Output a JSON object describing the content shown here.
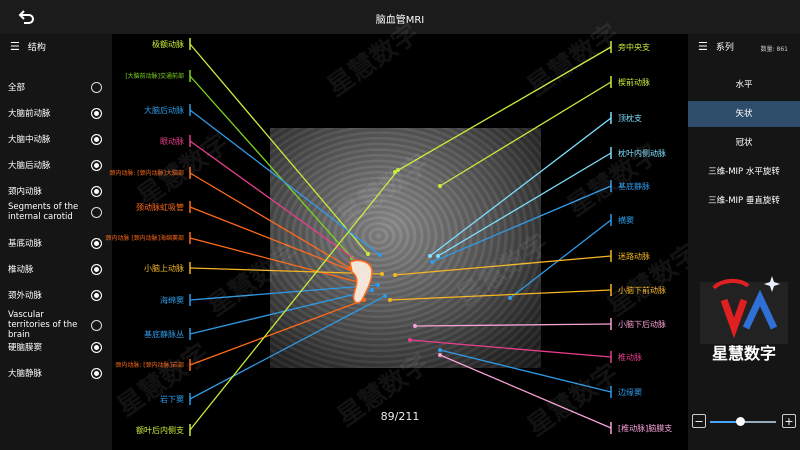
{
  "app": {
    "title": "脑血管MRI",
    "back_icon": "back-arrow-icon"
  },
  "left_panel": {
    "header": "结构",
    "items": [
      {
        "label": "全部",
        "checked": false
      },
      {
        "label": "大脑前动脉",
        "checked": true
      },
      {
        "label": "大脑中动脉",
        "checked": true
      },
      {
        "label": "大脑后动脉",
        "checked": true
      },
      {
        "label": "颈内动脉",
        "checked": true
      },
      {
        "label": "Segments of the internal carotid",
        "checked": false
      },
      {
        "label": "基底动脉",
        "checked": true
      },
      {
        "label": "椎动脉",
        "checked": true
      },
      {
        "label": "颈外动脉",
        "checked": true
      },
      {
        "label": "Vascular territories of the brain",
        "checked": false
      },
      {
        "label": "硬脑膜窦",
        "checked": true
      },
      {
        "label": "大脑静脉",
        "checked": true
      }
    ]
  },
  "right_panel": {
    "header": "系列",
    "count": "数量: 861",
    "items": [
      {
        "label": "水平",
        "active": false
      },
      {
        "label": "矢状",
        "active": true
      },
      {
        "label": "冠状",
        "active": false
      },
      {
        "label": "三维-MIP 水平旋转",
        "active": false
      },
      {
        "label": "三维-MIP 垂直旋转",
        "active": false
      }
    ]
  },
  "viewer": {
    "slice": "89/211",
    "left_labels": [
      {
        "text": "极额动脉",
        "color": "#c8ee3c"
      },
      {
        "text": "[大脑前动脉]交通前部",
        "color": "#7ed321"
      },
      {
        "text": "大脑后动脉",
        "color": "#2f9be6"
      },
      {
        "text": "眼动脉",
        "color": "#e83e8c"
      },
      {
        "text": "颈内动脉: [颈内动脉]大脑部",
        "color": "#ff6a1a"
      },
      {
        "text": "颈动脉虹吸管",
        "color": "#ff6a1a"
      },
      {
        "text": "颈内动脉 [颈内动脉]海绵窦部",
        "color": "#ff6a1a"
      },
      {
        "text": "小脑上动脉",
        "color": "#f5b623"
      },
      {
        "text": "海绵窦",
        "color": "#2f9be6"
      },
      {
        "text": "基底静脉丛",
        "color": "#2f9be6"
      },
      {
        "text": "颈内动脉: [颈内动脉]岩部",
        "color": "#ff6a1a"
      },
      {
        "text": "岩下窦",
        "color": "#2f9be6"
      },
      {
        "text": "额叶后内侧支",
        "color": "#c8ee3c"
      }
    ],
    "right_labels": [
      {
        "text": "旁中央支",
        "color": "#c8ee3c"
      },
      {
        "text": "楔前动脉",
        "color": "#c8ee3c"
      },
      {
        "text": "顶枕支",
        "color": "#7fdfff"
      },
      {
        "text": "枕叶内侧动脉",
        "color": "#7fdfff"
      },
      {
        "text": "基底静脉",
        "color": "#2f9be6"
      },
      {
        "text": "横窦",
        "color": "#2f9be6"
      },
      {
        "text": "迷路动脉",
        "color": "#f5b623"
      },
      {
        "text": "小脑下前动脉",
        "color": "#f5b623"
      },
      {
        "text": "小脑下后动脉",
        "color": "#f7a1d5"
      },
      {
        "text": "椎动脉",
        "color": "#e83e8c"
      },
      {
        "text": "边缘窦",
        "color": "#2f9be6"
      },
      {
        "text": "[椎动脉]脑膜支",
        "color": "#f7a1d5"
      }
    ],
    "watermark": "星慧数字"
  },
  "brand": {
    "logo_text": "星慧数字"
  },
  "zoom": {
    "minus": "−",
    "plus": "+",
    "level": 0.45
  }
}
